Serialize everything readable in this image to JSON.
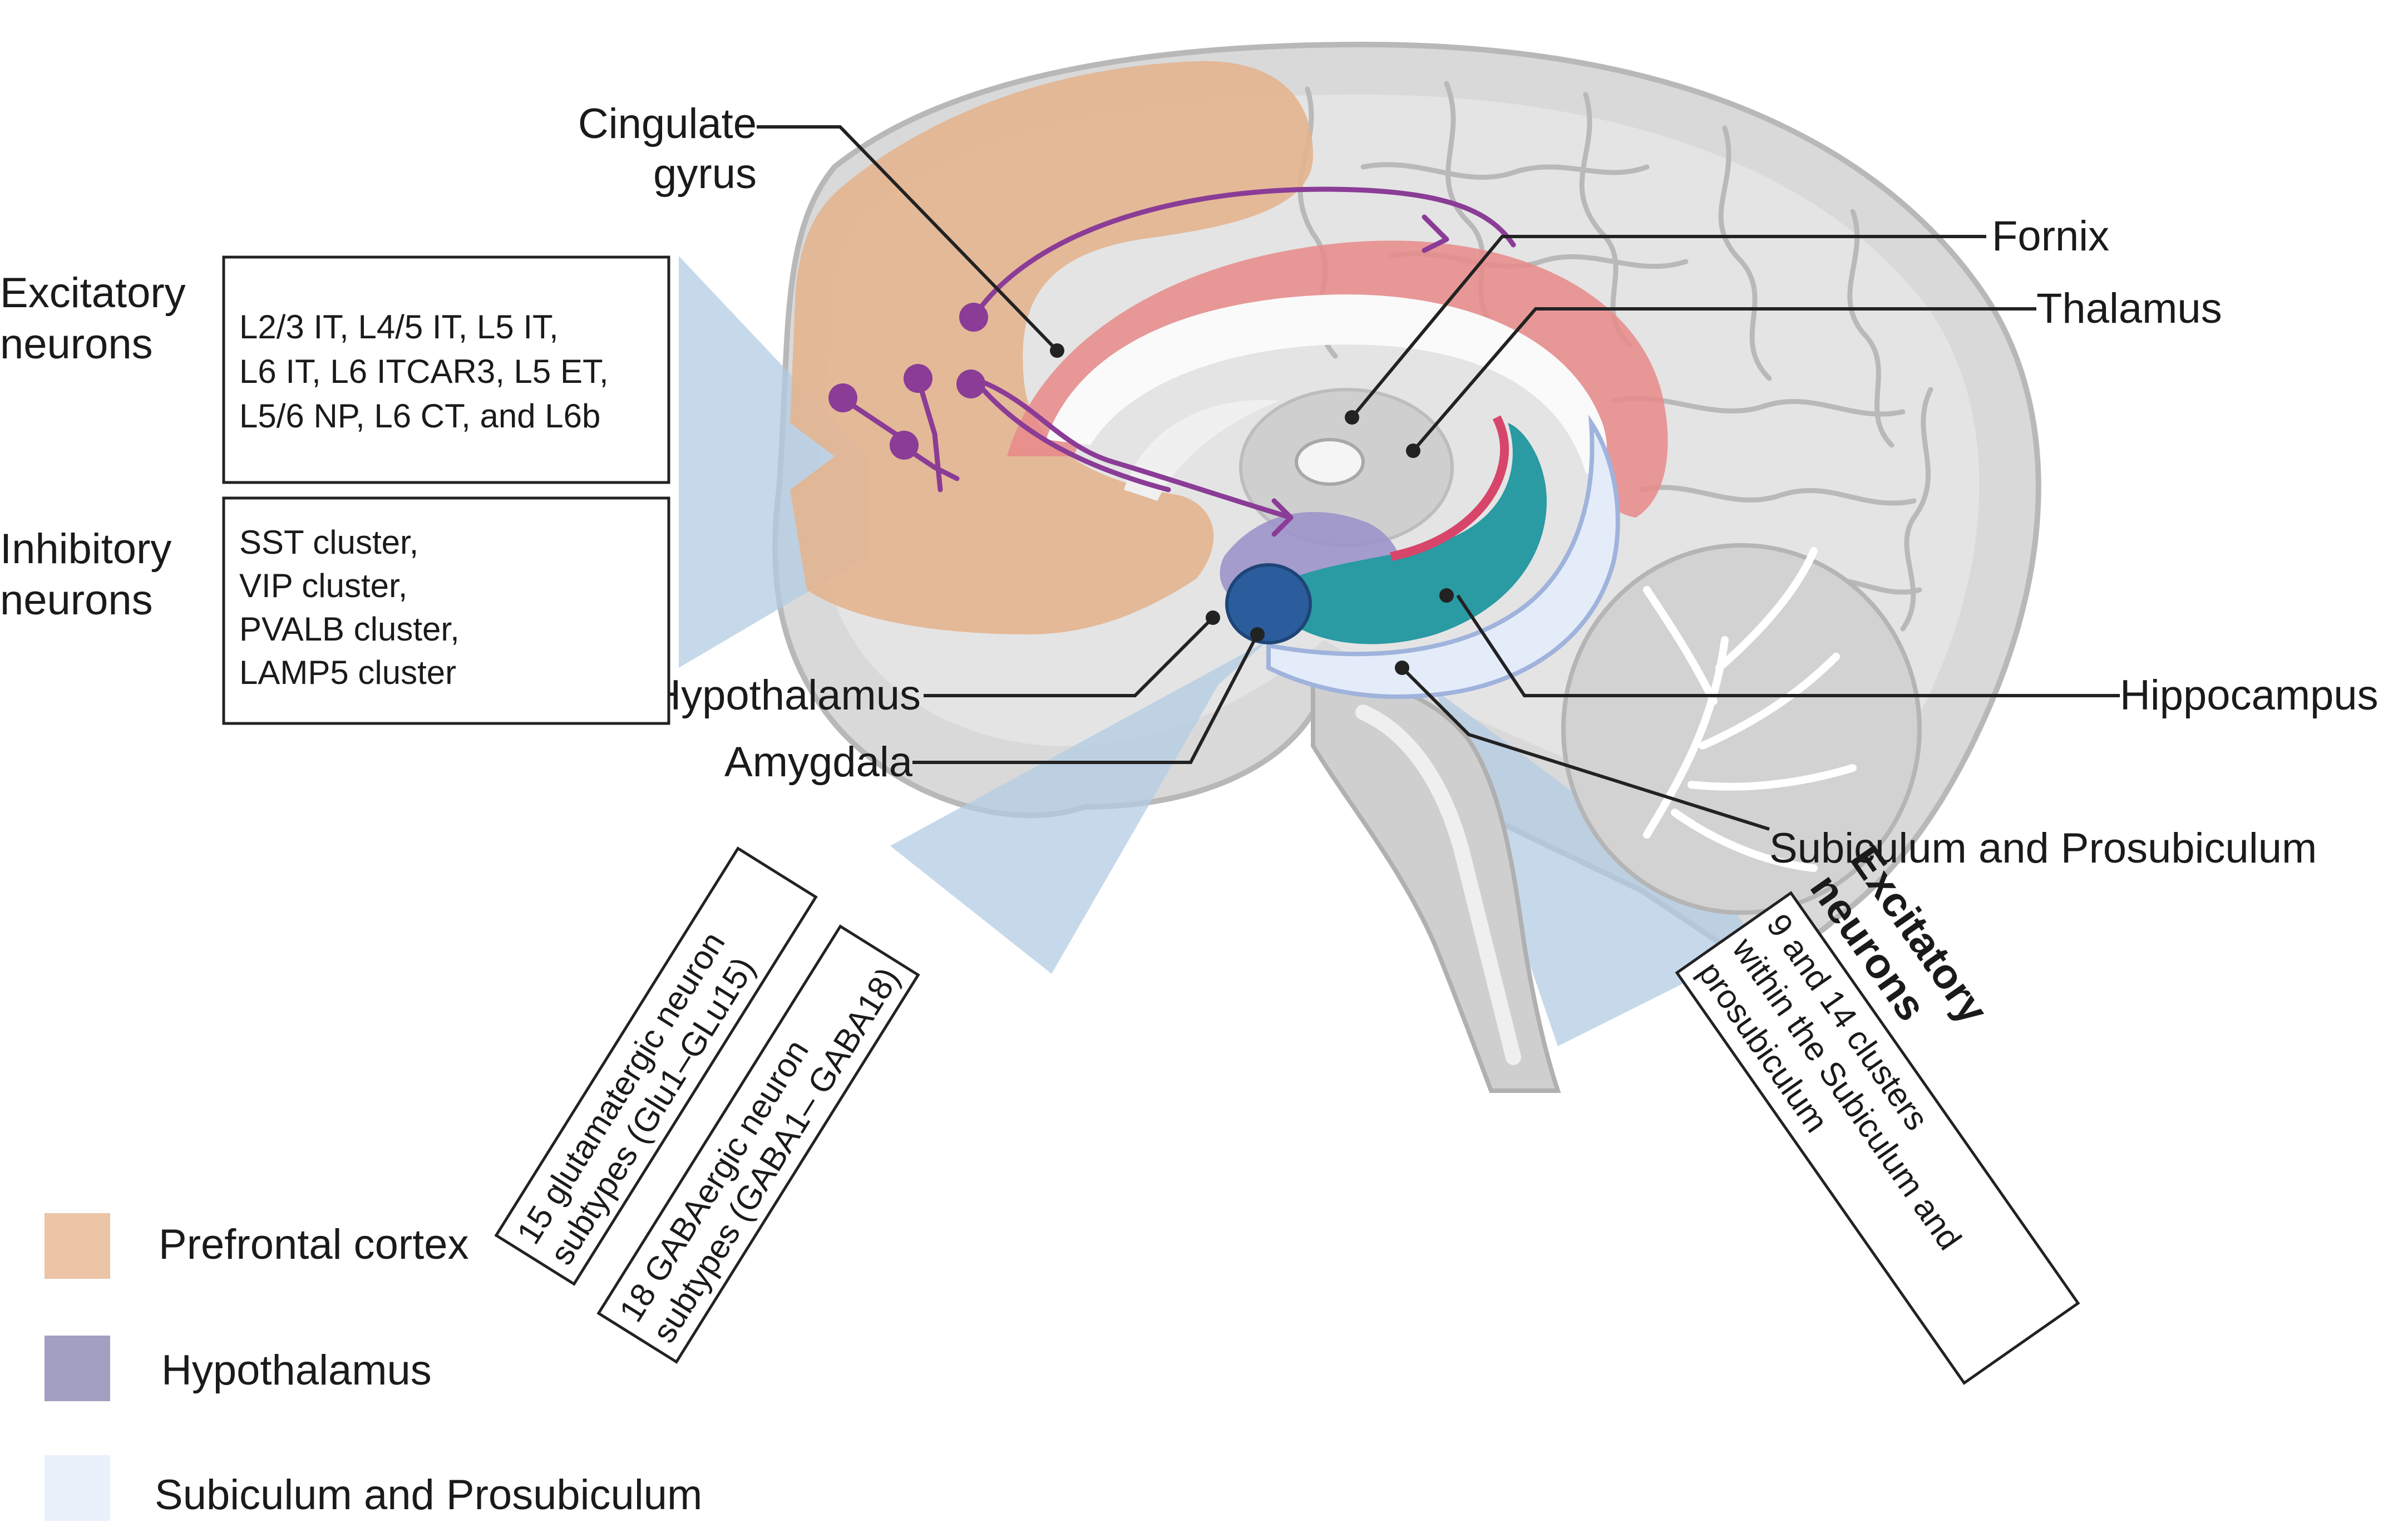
{
  "labels": {
    "cingulate_1": "Cingulate",
    "cingulate_2": "gyrus",
    "fornix": "Fornix",
    "thalamus": "Thalamus",
    "hypothalamus": "Hypothalamus",
    "amygdala": "Amygdala",
    "hippocampus": "Hippocampus",
    "subiculum": "Subiculum and Prosubiculum"
  },
  "left_panel": {
    "excitatory_title_1": "Excitatory",
    "excitatory_title_2": "neurons",
    "excitatory_lines": [
      "L2/3 IT, L4/5 IT, L5 IT,",
      "L6 IT,  L6 ITCAR3, L5 ET,",
      "L5/6 NP,  L6 CT, and L6b"
    ],
    "inhibitory_title_1": "Inhibitory",
    "inhibitory_title_2": "neurons",
    "inhibitory_lines": [
      "SST cluster,",
      "VIP cluster,",
      "PVALB cluster,",
      "LAMP5 cluster"
    ]
  },
  "amygdala_boxes": {
    "box1_lines": [
      "15 glutamatergic neuron",
      "subtypes (Glu1–GLu15)"
    ],
    "box2_lines": [
      "18 GABAergic neuron",
      "subtypes (GABA1– GABA18)"
    ]
  },
  "subiculum_box": {
    "title_1": "Excitatory",
    "title_2": "neurons",
    "lines": [
      "9 and 14 clusters",
      "within the Subiculum and",
      "prosubiculum"
    ]
  },
  "legend": [
    {
      "label": "Prefrontal cortex",
      "color": "#ecc4a6"
    },
    {
      "label": "Hypothalamus",
      "color": "#a39fc0"
    },
    {
      "label": "Subiculum and Prosubiculum",
      "color": "#e9f1fb"
    }
  ],
  "colors": {
    "prefrontal": "#e3b48f",
    "cingulate": "#e98a8a",
    "hypothalamus": "#9c93c9",
    "hippocampus": "#2a9aa3",
    "amygdala": "#2b5c9c",
    "subiculum": "#e4ecfa",
    "neuron": "#8a3c96",
    "projection": "#b3cce4"
  }
}
